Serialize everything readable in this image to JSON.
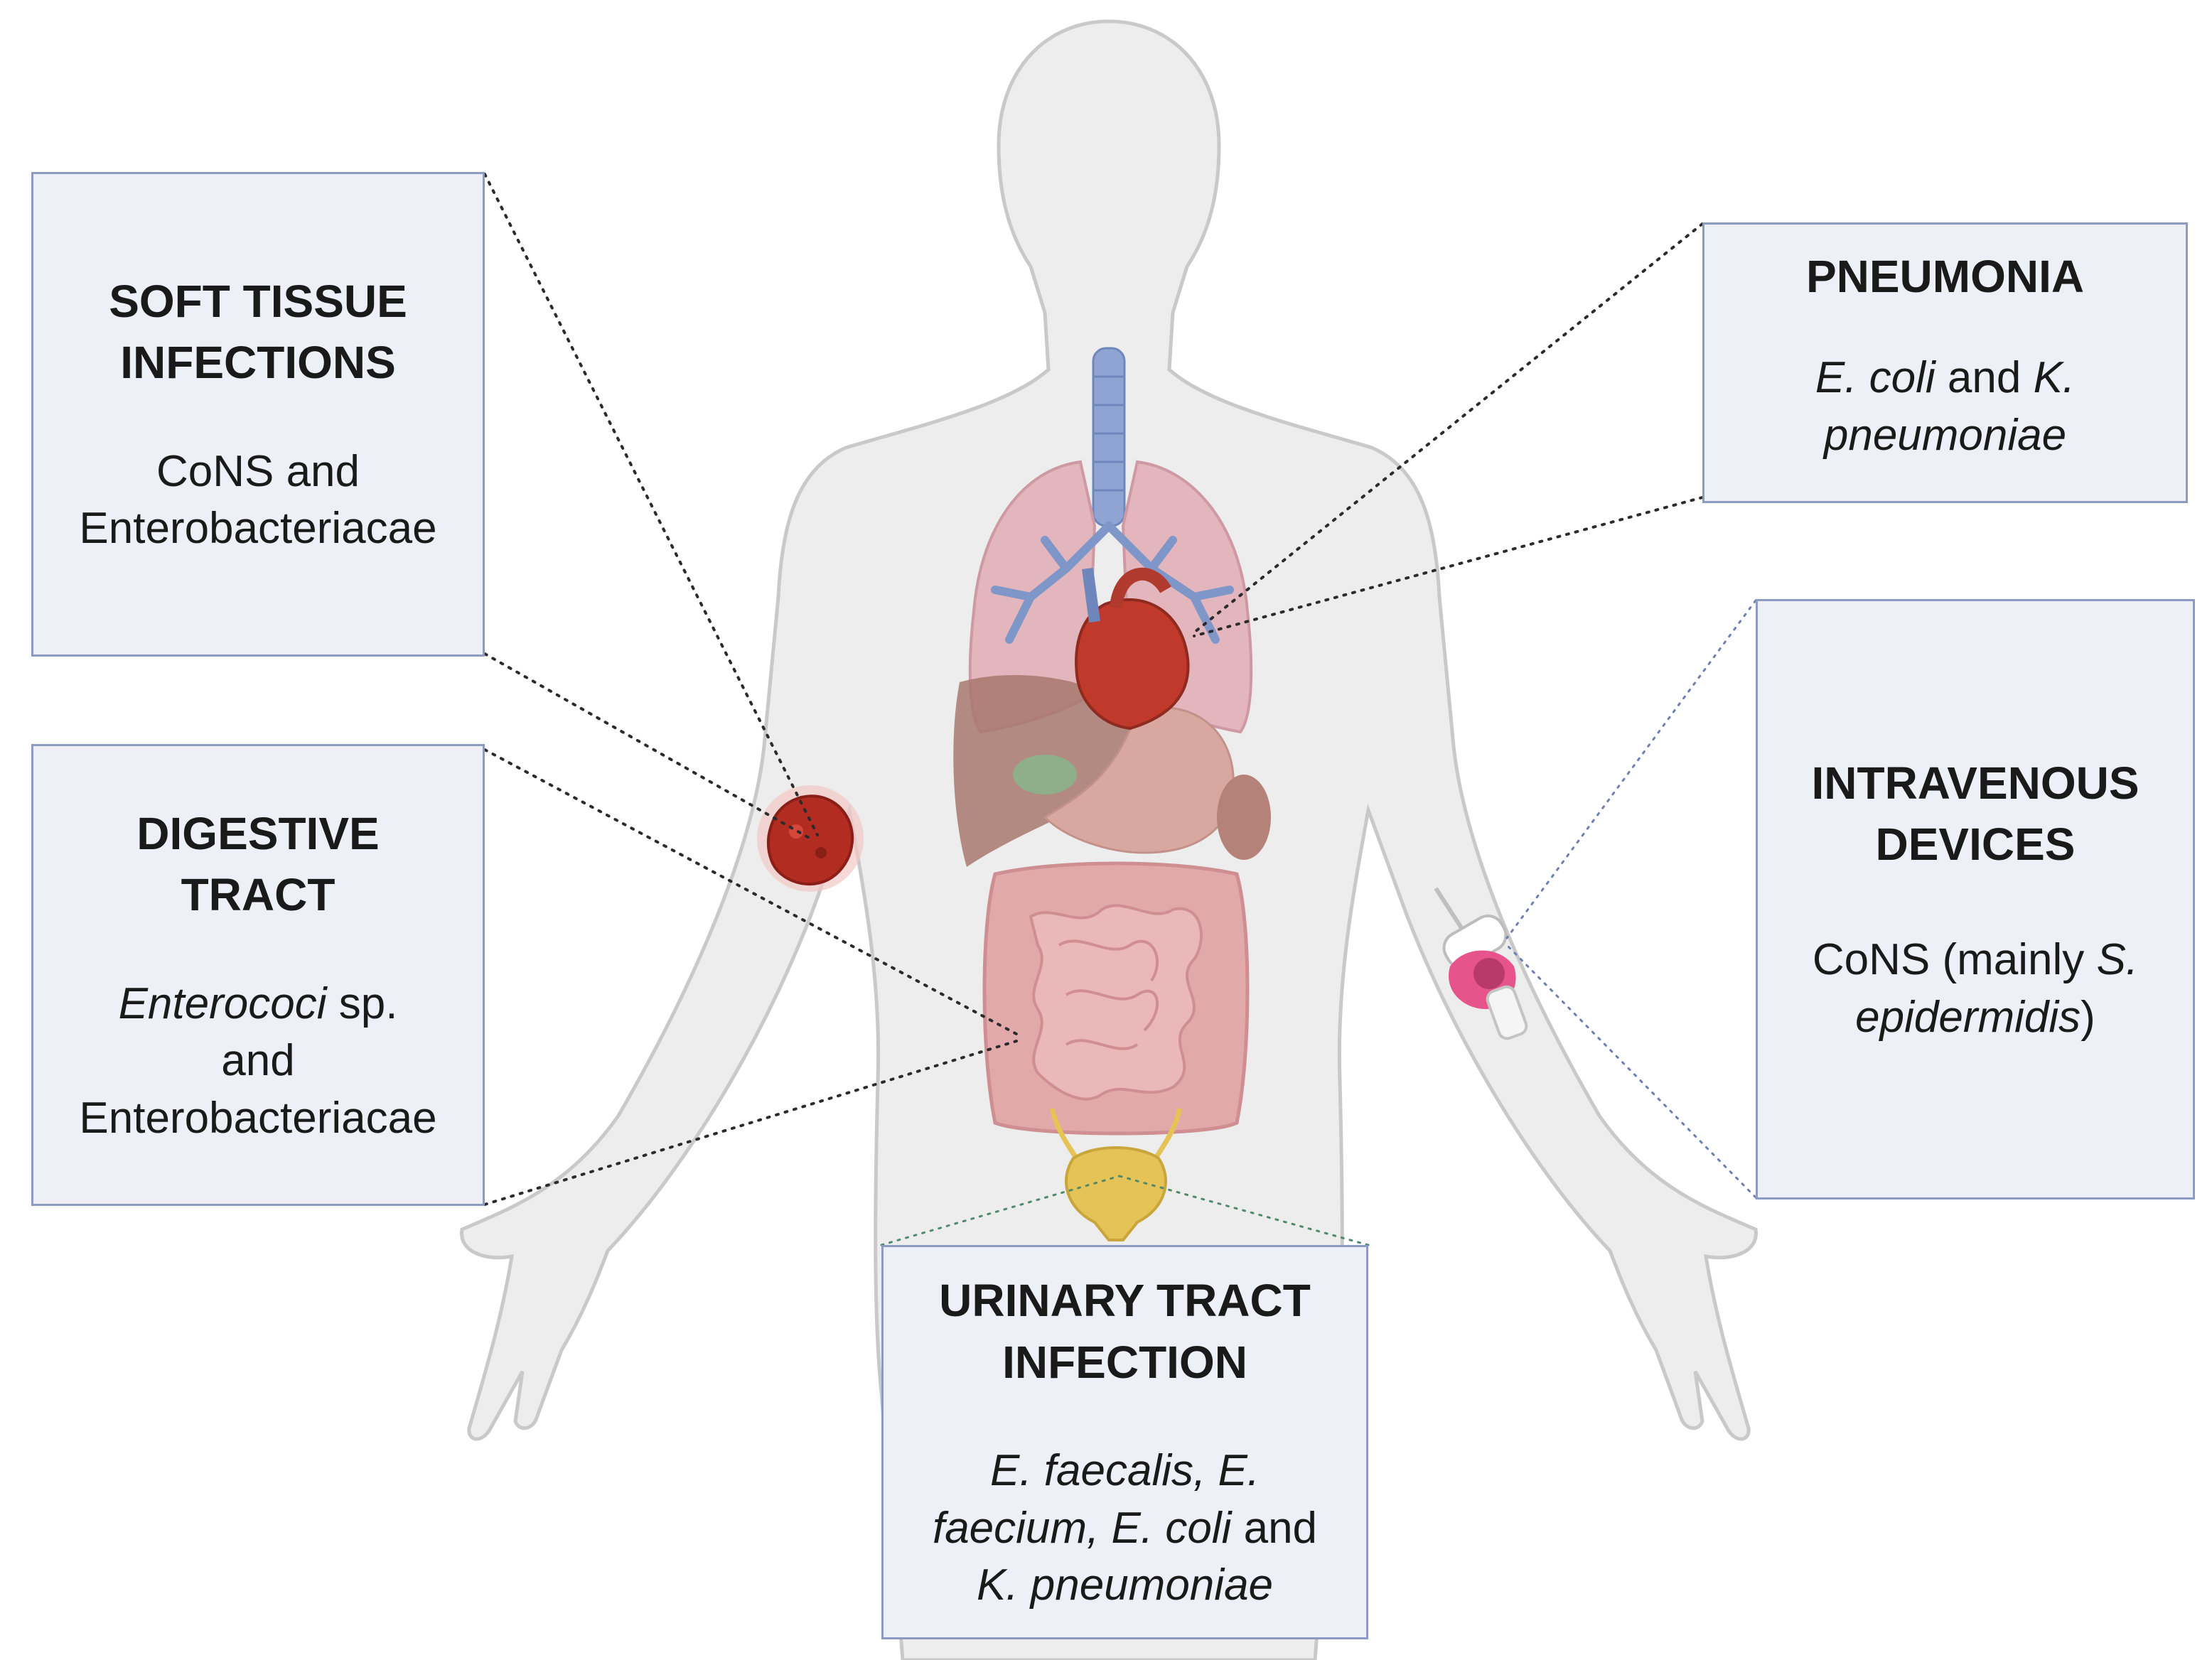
{
  "colors": {
    "body_fill": "#ededed",
    "body_stroke": "#c9c9c9",
    "box_fill": "#eef0f8",
    "box_border": "#8d9bc3",
    "lung": "#e3b6be",
    "bronchi": "#7f96c9",
    "heart": "#c0392b",
    "liver": "#a8786d",
    "stomach": "#d8a8a0",
    "intestine": "#e2a9ab",
    "bladder": "#e6c356",
    "wound": "#b22c22",
    "catheter": "#e7548b"
  },
  "boxes": {
    "soft_tissue": {
      "title_1": "SOFT TISSUE",
      "title_2": "INFECTIONS",
      "body_1": "CoNS and",
      "body_2": "Enterobacteriacae"
    },
    "digestive": {
      "title_1": "DIGESTIVE",
      "title_2": "TRACT",
      "body_1_italic": "Enterococi",
      "body_1_rest": " sp.",
      "body_2": "and",
      "body_3": "Enterobacteriacae"
    },
    "pneumonia": {
      "title_1": "PNEUMONIA",
      "body_1_italic_a": "E. coli",
      "body_1_plain": " and ",
      "body_1_italic_b": "K.",
      "body_2_italic": "pneumoniae"
    },
    "intravenous": {
      "title_1": "INTRAVENOUS",
      "title_2": "DEVICES",
      "body_1_plain": "CoNS (mainly ",
      "body_1_italic": "S.",
      "body_2_italic": "epidermidis",
      "body_2_plain": ")"
    },
    "urinary": {
      "title_1": "URINARY TRACT",
      "title_2": "INFECTION",
      "body_1_italic": "E. faecalis, E.",
      "body_2_italic": "faecium, E. coli",
      "body_2_plain": " and",
      "body_3_italic": "K. pneumoniae"
    }
  }
}
